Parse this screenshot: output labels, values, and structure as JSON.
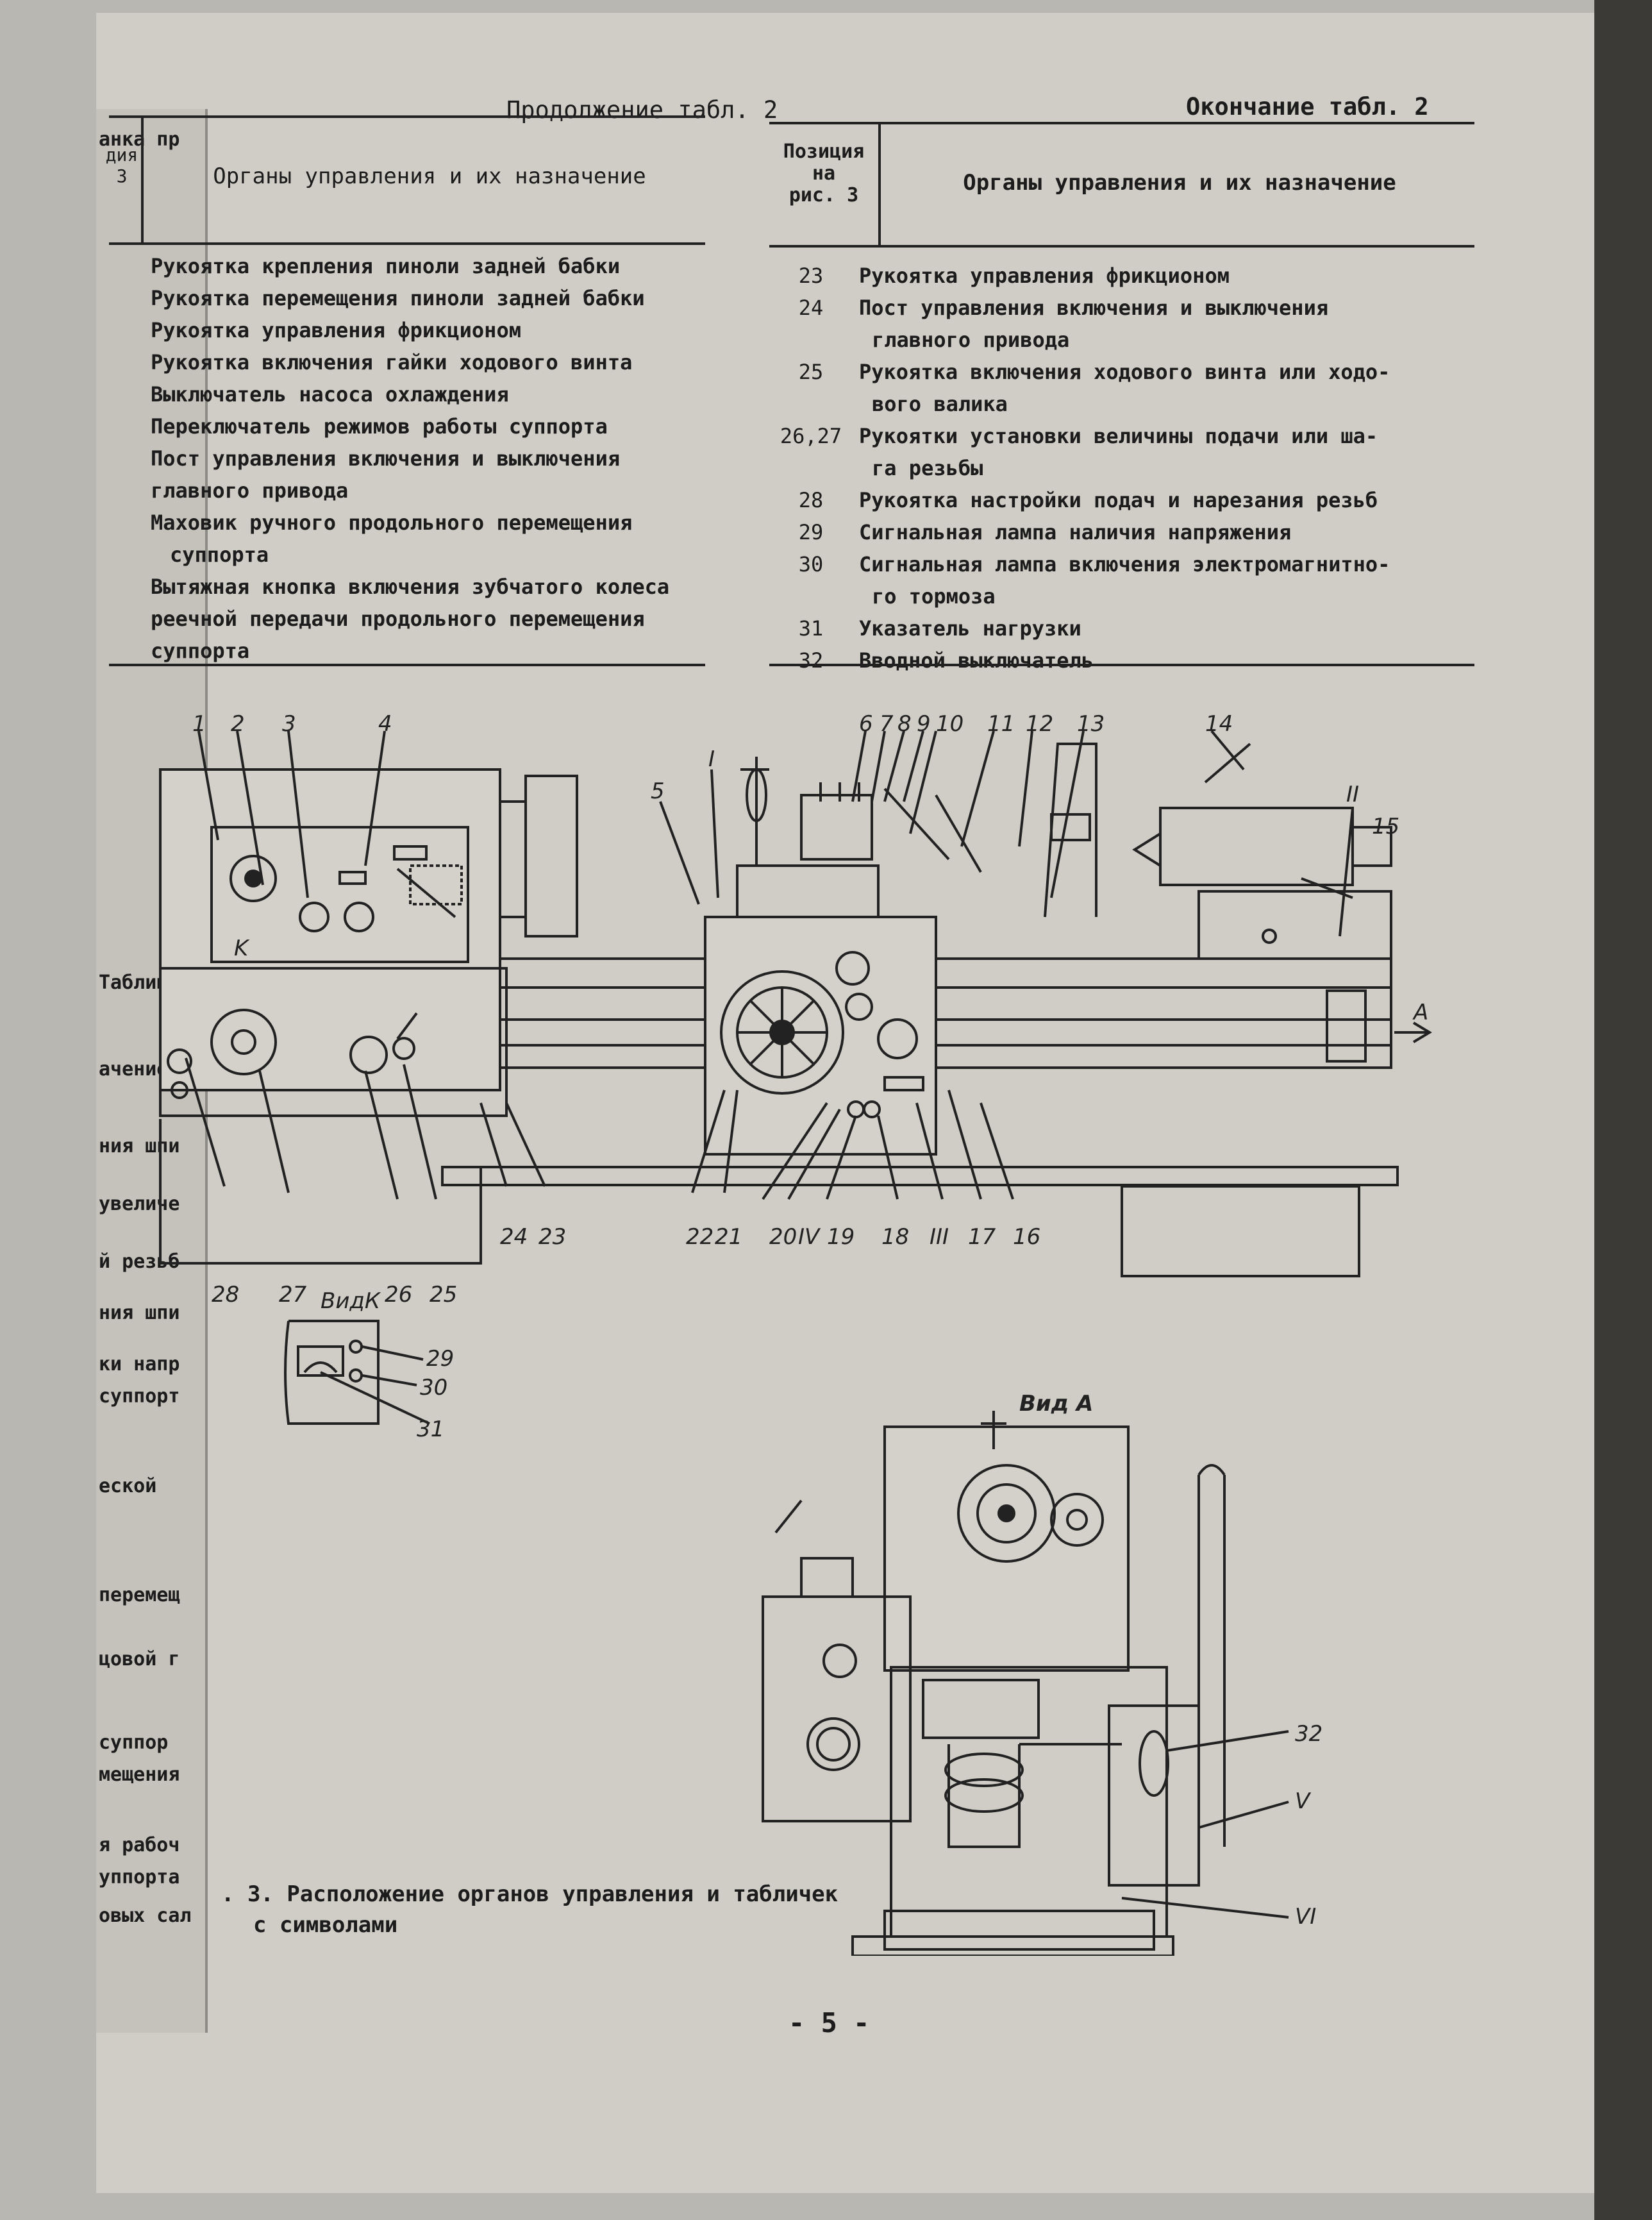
{
  "left_page_fragments": [
    "анка пр",
    "Таблица",
    "ачение",
    "ния шпи",
    "увеличе",
    "й резьб",
    "ния шпи",
    "ки напр",
    "суппорт",
    "еской",
    "перемещ",
    "цовой г",
    "суппор",
    "мещения",
    "я рабоч",
    "уппорта",
    "овых сал"
  ],
  "left_table": {
    "continuation": "Продолжение табл. 2",
    "col_position": "дия\n3",
    "col_controls": "Органы управления и их назначение",
    "rows": [
      "Рукоятка крепления пиноли задней бабки",
      "Рукоятка перемещения пиноли задней бабки",
      "Рукоятка управления фрикционом",
      "Рукоятка включения гайки ходового винта",
      "Выключатель насоса охлаждения",
      "Переключатель режимов работы суппорта",
      "Пост управления включения и выключения",
      "главного привода",
      "Маховик ручного продольного перемещения",
      " суппорта",
      "Вытяжная кнопка включения зубчатого колеса",
      "реечной передачи продольного перемещения",
      "суппорта"
    ]
  },
  "right_table": {
    "continuation": "Окончание табл. 2",
    "col_position": "Позиция\nна\nрис. 3",
    "col_controls": "Органы управления и их назначение",
    "rows": [
      {
        "pos": "23",
        "text": "Рукоятка управления фрикционом"
      },
      {
        "pos": "24",
        "text": "Пост управления включения и выключения"
      },
      {
        "pos": "",
        "text": "главного привода"
      },
      {
        "pos": "25",
        "text": "Рукоятка включения ходового винта или ходо-"
      },
      {
        "pos": "",
        "text": "вого валика"
      },
      {
        "pos": "26,27",
        "text": "Рукоятки установки величины подачи или ша-"
      },
      {
        "pos": "",
        "text": "га резьбы"
      },
      {
        "pos": "28",
        "text": "Рукоятка настройки подач и нарезания резьб"
      },
      {
        "pos": "29",
        "text": "Сигнальная лампа наличия напряжения"
      },
      {
        "pos": "30",
        "text": "Сигнальная лампа включения электромагнитно-"
      },
      {
        "pos": "",
        "text": "го тормоза"
      },
      {
        "pos": "31",
        "text": "Указатель нагрузки"
      },
      {
        "pos": "32",
        "text": "Вводной выключатель"
      }
    ]
  },
  "figure": {
    "top_labels": [
      "1",
      "2",
      "3",
      "4",
      "5",
      "I",
      "6",
      "7",
      "8",
      "9",
      "10",
      "11",
      "12",
      "13",
      "14",
      "15",
      "II",
      "A",
      "K"
    ],
    "bottom_labels": [
      "28",
      "27",
      "26",
      "25",
      "24",
      "23",
      "22",
      "21",
      "20",
      "IV",
      "19",
      "18",
      "III",
      "17",
      "16"
    ],
    "view_k_label": "ВидК",
    "view_k_numbers": [
      "29",
      "30",
      "31"
    ],
    "view_a_label": "Вид А",
    "view_a_numbers": [
      "32",
      "V",
      "VI"
    ]
  },
  "caption_lines": [
    ". 3. Расположение органов управления и табличек",
    "с символами"
  ],
  "page_number": "- 5 -"
}
